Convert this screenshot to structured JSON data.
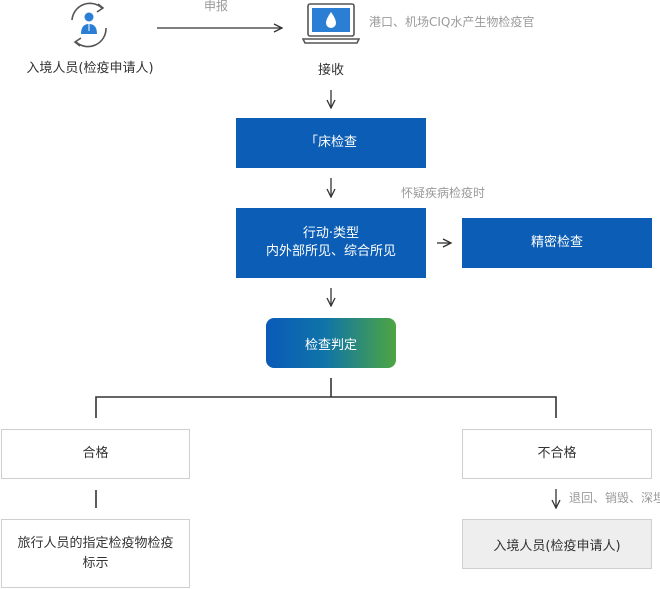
{
  "nodes": {
    "applicant": "入境人员(检疫申请人)",
    "receive": "接收",
    "clinical": "「床检查",
    "action_line1": "行动·类型",
    "action_line2": "内外部所见、综合所见",
    "precise": "精密检查",
    "judgement": "检查判定",
    "pass": "合格",
    "fail": "不合格",
    "pass_result_line1": "旅行人员的指定检疫物检疫",
    "pass_result_line2": "标示",
    "fail_result": "入境人员(检疫申请人)"
  },
  "labels": {
    "declare": "申报",
    "officer": "港口、机场CIQ水产生物检疫官",
    "suspect": "怀疑疾病检疫时",
    "disposal": "退回、销毁、深埋"
  },
  "icons": {
    "person": "person-cycle-icon",
    "laptop": "laptop-water-drop-icon"
  },
  "colors": {
    "primary_blue": "#0b5db5",
    "gradient_end_green": "#4ea542",
    "line": "#333333",
    "note": "#9a9a9a"
  }
}
